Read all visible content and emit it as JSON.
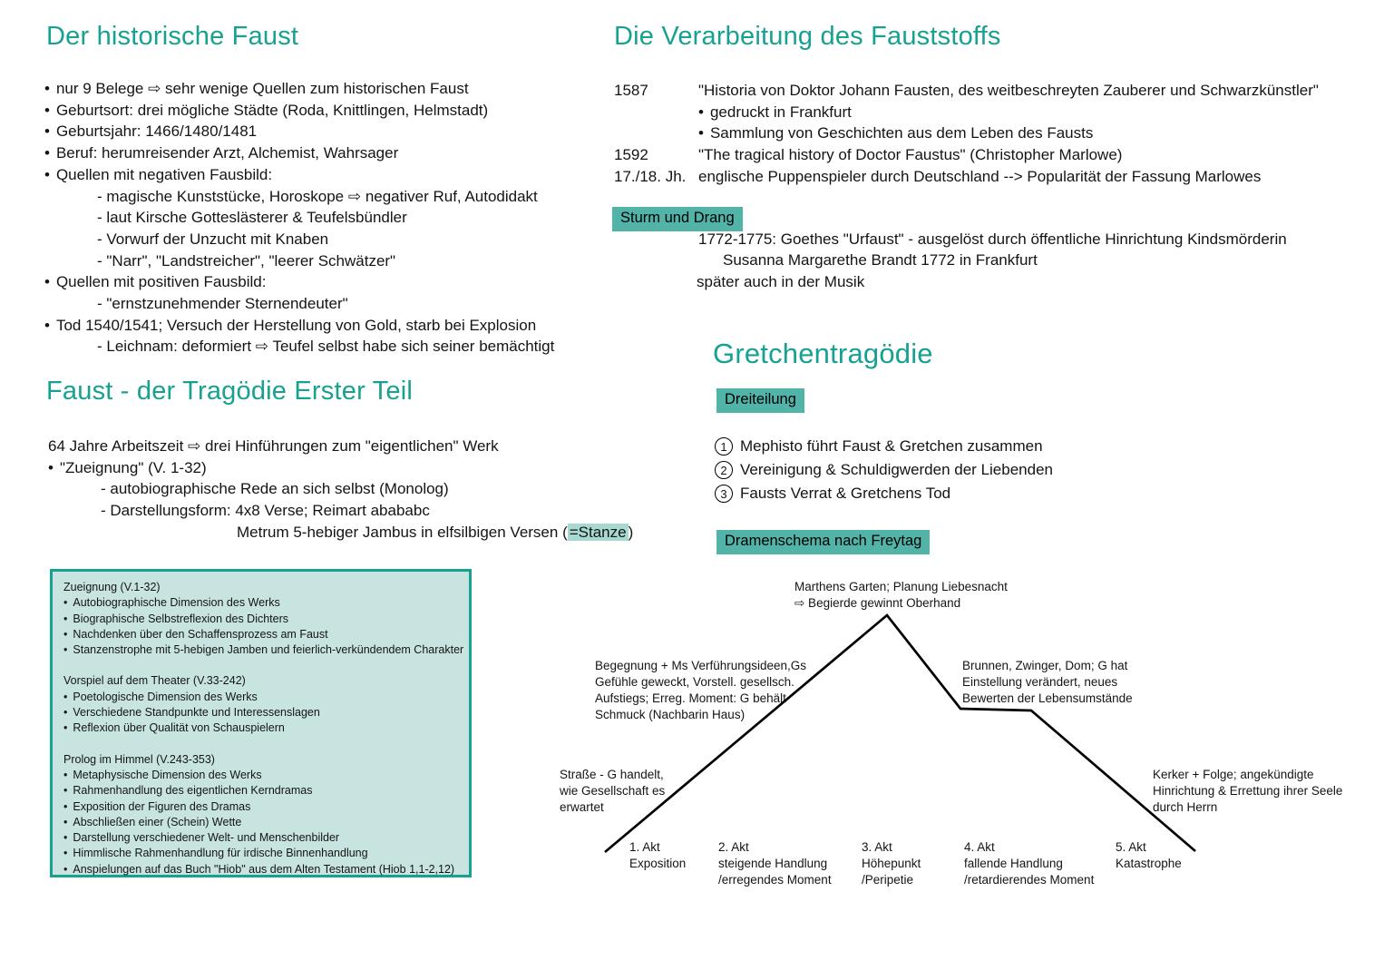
{
  "colors": {
    "teal": "#17a191",
    "badge": "#52b4a9",
    "badge-light": "#a7d8d2",
    "box-bg": "#c8e4e0",
    "ink": "#141414"
  },
  "left": {
    "historical": {
      "title": "Der historische Faust",
      "bullets": [
        "nur 9 Belege ⇨ sehr wenige Quellen zum historischen Faust",
        "Geburtsort: drei mögliche Städte (Roda, Knittlingen, Helmstadt)",
        "Geburtsjahr: 1466/1480/1481",
        "Beruf: herumreisender Arzt, Alchemist, Wahrsager",
        "Quellen mit negativen Fausbild:",
        "- magische Kunststücke, Horoskope ⇨ negativer Ruf, Autodidakt",
        "- laut Kirsche Gotteslästerer & Teufelsbündler",
        "- Vorwurf der Unzucht mit Knaben",
        "- \"Narr\", \"Landstreicher\", \"leerer Schwätzer\"",
        "Quellen mit positiven Fausbild:",
        "- \"ernstzunehmender Sternendeuter\"",
        "Tod 1540/1541; Versuch der Herstellung von Gold, starb bei Explosion",
        "- Leichnam: deformiert ⇨ Teufel selbst habe sich seiner bemächtigt"
      ]
    },
    "erster_teil": {
      "title": "Faust - der Tragödie Erster Teil",
      "intro": "64 Jahre Arbeitszeit ⇨ drei Hinführungen zum \"eigentlichen\" Werk",
      "zueignung": "\"Zueignung\" (V. 1-32)",
      "sub1": "- autobiographische Rede an sich selbst (Monolog)",
      "sub2": "- Darstellungsform: 4x8 Verse; Reimart abababc",
      "metrum_text": "Metrum 5-hebiger Jambus in elfsilbigen Versen (",
      "metrum_highlight": "=Stanze",
      "metrum_close": ")"
    },
    "box": {
      "sections": [
        {
          "title": "Zueignung (V.1-32)",
          "bullets": [
            "Autobiographische Dimension des Werks",
            "Biographische Selbstreflexion des Dichters",
            "Nachdenken über den Schaffensprozess am Faust",
            "Stanzenstrophe mit 5-hebigen Jamben und feierlich-verkündendem Charakter"
          ]
        },
        {
          "title": "Vorspiel auf dem Theater (V.33-242)",
          "bullets": [
            "Poetologische Dimension des Werks",
            "Verschiedene Standpunkte und Interessenslagen",
            "Reflexion über Qualität von Schauspielern"
          ]
        },
        {
          "title": "Prolog im Himmel (V.243-353)",
          "bullets": [
            "Metaphysische Dimension des Werks",
            "Rahmenhandlung des eigentlichen Kerndramas",
            "Exposition der Figuren des Dramas",
            "Abschließen einer (Schein) Wette",
            "Darstellung verschiedener Welt- und Menschenbilder",
            "Himmlische Rahmenhandlung für irdische Binnenhandlung",
            "Anspielungen auf das Buch \"Hiob\" aus dem Alten Testament (Hiob 1,1-2,12)"
          ]
        }
      ]
    }
  },
  "right": {
    "verarbeitung": {
      "title": "Die Verarbeitung des Fauststoffs",
      "rows": [
        {
          "year": "1587",
          "text": "\"Historia von Doktor Johann Fausten, des weitbeschreyten Zauberer und Schwarzkünstler\""
        },
        {
          "year": "",
          "text": "gedruckt in Frankfurt"
        },
        {
          "year": "",
          "text": "Sammlung von Geschichten aus dem Leben des Fausts"
        },
        {
          "year": "1592",
          "text": "\"The tragical history of Doctor Faustus\" (Christopher Marlowe)"
        },
        {
          "year": "17./18. Jh.",
          "text": "englische Puppenspieler durch Deutschland --> Popularität der Fassung Marlowes"
        }
      ]
    },
    "sturm": {
      "badge": "Sturm und Drang",
      "line1": "1772-1775: Goethes \"Urfaust\" - ausgelöst durch öffentliche Hinrichtung Kindsmörderin",
      "line2": "Susanna Margarethe Brandt 1772 in Frankfurt",
      "line3": "später auch in der Musik"
    },
    "gretchen": {
      "title": "Gretchentragödie",
      "badge": "Dreiteilung",
      "steps": [
        {
          "num": "1",
          "text": "Mephisto führt Faust & Gretchen zusammen"
        },
        {
          "num": "2",
          "text": "Vereinigung & Schuldigwerden der Liebenden"
        },
        {
          "num": "3",
          "text": "Fausts Verrat & Gretchens Tod"
        }
      ]
    },
    "freytag": {
      "badge": "Dramenschema nach Freytag",
      "top_annotation": "Marthens Garten; Planung Liebesnacht\n⇨ Begierde gewinnt Oberhand",
      "rising_annotation": "Begegnung + Ms Verführungsideen,Gs\nGefühle geweckt, Vorstell. gesellsch.\nAufstiegs; Erreg. Moment: G behält\nSchmuck (Nachbarin Haus)",
      "falling_annotation": "Brunnen, Zwinger, Dom; G hat\nEinstellung verändert, neues\nBewerten der Lebensumstände",
      "start_annotation": "Straße - G handelt,\nwie Gesellschaft es\nerwartet",
      "end_annotation": "Kerker + Folge; angekündigte\nHinrichtung & Errettung ihrer Seele\ndurch Herrn",
      "acts": [
        {
          "label": "1. Akt",
          "desc": "Exposition"
        },
        {
          "label": "2. Akt",
          "desc": "steigende Handlung\n/erregendes Moment"
        },
        {
          "label": "3. Akt",
          "desc": "Höhepunkt\n/Peripetie"
        },
        {
          "label": "4. Akt",
          "desc": "fallende Handlung\n/retardierendes Moment"
        },
        {
          "label": "5. Akt",
          "desc": "Katastrophe"
        }
      ]
    }
  }
}
